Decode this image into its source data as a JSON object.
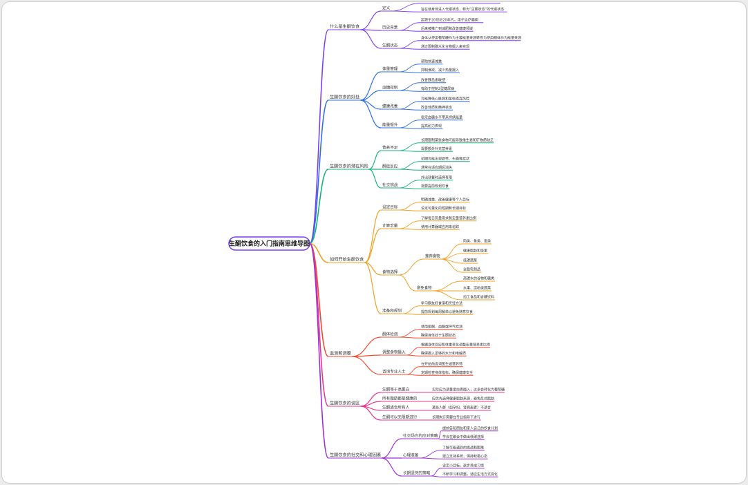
{
  "root": "生酮饮食的入门指南思维导图",
  "branches": [
    {
      "label": "什么是生酮饮食",
      "color": "#7b3ff2",
      "children": [
        {
          "label": "定义",
          "children": [
            "一种高脂肪、低碳水化合物、适量蛋白质的饮食方案",
            "旨在使身体进入代谢状态，称为“生酮状态”的代谢状态"
          ]
        },
        {
          "label": "历史背景",
          "children": [
            "起源于20世纪20年代，用于治疗癫痫",
            "后来被推广到减肥和改善健康领域"
          ]
        },
        {
          "label": "生酮状态",
          "children": [
            "身体从使用葡萄糖作为主要能量来源转变为使用酮体作为能量来源",
            "通过限制碳水化合物摄入来实现"
          ]
        }
      ]
    },
    {
      "label": "生酮饮食的好处",
      "color": "#2f6fe0",
      "children": [
        {
          "label": "体重管理",
          "children": [
            "帮助快速减重",
            "抑制食欲，减少热量摄入"
          ]
        },
        {
          "label": "血糖控制",
          "children": [
            "改善胰岛素敏感",
            "有助于控制2型糖尿病"
          ]
        },
        {
          "label": "健康改善",
          "children": [
            "可能降低心脏病和某些癌症风险",
            "改善体质和精神状态"
          ]
        },
        {
          "label": "能量提升",
          "children": [
            "稳定血糖水平带来持续能量",
            "提高耐力表现"
          ]
        }
      ]
    },
    {
      "label": "生酮饮食的潜在风险",
      "color": "#16b07c",
      "children": [
        {
          "label": "营养不足",
          "children": [
            "长期限制某些食物可能导致维生素和矿物质缺乏",
            "需要额外补充营养素"
          ]
        },
        {
          "label": "酮症反应",
          "children": [
            "初期可能出现疲劳、头痛等症状",
            "通常在适应期后消失"
          ]
        },
        {
          "label": "社交挑战",
          "children": [
            "外出就餐时选择有限",
            "需要提前规划饮食"
          ]
        }
      ]
    },
    {
      "label": "如何开始生酮饮食",
      "color": "#f0a020",
      "children": [
        {
          "label": "设定目标",
          "children": [
            "明确减重、改善健康等个人目标",
            "设定可量化的短期和长期目标"
          ]
        },
        {
          "label": "计算宏量",
          "children": [
            "了解每日热量需求和宏量营养素比例",
            "使用计算器或应用来追踪"
          ]
        },
        {
          "label": "食物选择",
          "children": [
            {
              "label": "推荐食物",
              "children": [
                "肉类、鱼类、蛋类",
                "健康脂肪和坚果",
                "低碳蔬菜",
                "全脂乳制品"
              ]
            },
            {
              "label": "避免食物",
              "children": [
                "高碳水的谷物和糖类",
                "水果、淀粉类蔬菜",
                "加工食品和含糖饮料"
              ]
            }
          ]
        },
        {
          "label": "准备和规划",
          "children": [
            "学习酮友好食谱和烹饪方法",
            "提前规划每周餐单以避免随意饮食"
          ]
        }
      ]
    },
    {
      "label": "监测和调整",
      "color": "#f04a2e",
      "children": [
        {
          "label": "酮体检测",
          "children": [
            "使用尿酮、血酮或呼气检测",
            "确保身体处于生酮状态"
          ]
        },
        {
          "label": "调整食物摄入",
          "children": [
            "根据身体反应和体重变化调整宏量营养素比例",
            "确保摄入足够的水分和电解质"
          ]
        },
        {
          "label": "咨询专业人士",
          "children": [
            "在开始前咨询医生或营养师",
            "定期检查身体指标，确保健康安全"
          ]
        }
      ]
    },
    {
      "label": "生酮饮食的误区",
      "color": "#e8348f",
      "children": [
        {
          "label": "生酮等于高蛋白",
          "children": [
            "实际应为适量蛋白质摄入，过多会转化为葡萄糖"
          ]
        },
        {
          "label": "所有脂肪都是健康的",
          "children": [
            "应优先选择健康脂肪来源，避免反式脂肪"
          ]
        },
        {
          "label": "生酮适合所有人",
          "children": [
            "某些人群（如孕妇、肾病患者）不适合"
          ]
        },
        {
          "label": "生酮可以无限期进行",
          "children": [
            "长期执行需要在专业指导下进行"
          ]
        }
      ]
    },
    {
      "label": "生酮饮食的社交和心理因素",
      "color": "#9b2fd8",
      "children": [
        {
          "label": "社交场合的应对策略",
          "children": [
            "提前告知朋友和家人自己的饮食计划",
            "学会在聚会中做出低碳选择"
          ]
        },
        {
          "label": "心理准备",
          "children": [
            "了解可能遇到的挑战和困难",
            "建立支持系统，保持积极心态"
          ]
        },
        {
          "label": "长期坚持的策略",
          "children": [
            "设定小目标，逐步养成习惯",
            "不断学习和调整，适应生活方式变化"
          ]
        }
      ]
    }
  ]
}
